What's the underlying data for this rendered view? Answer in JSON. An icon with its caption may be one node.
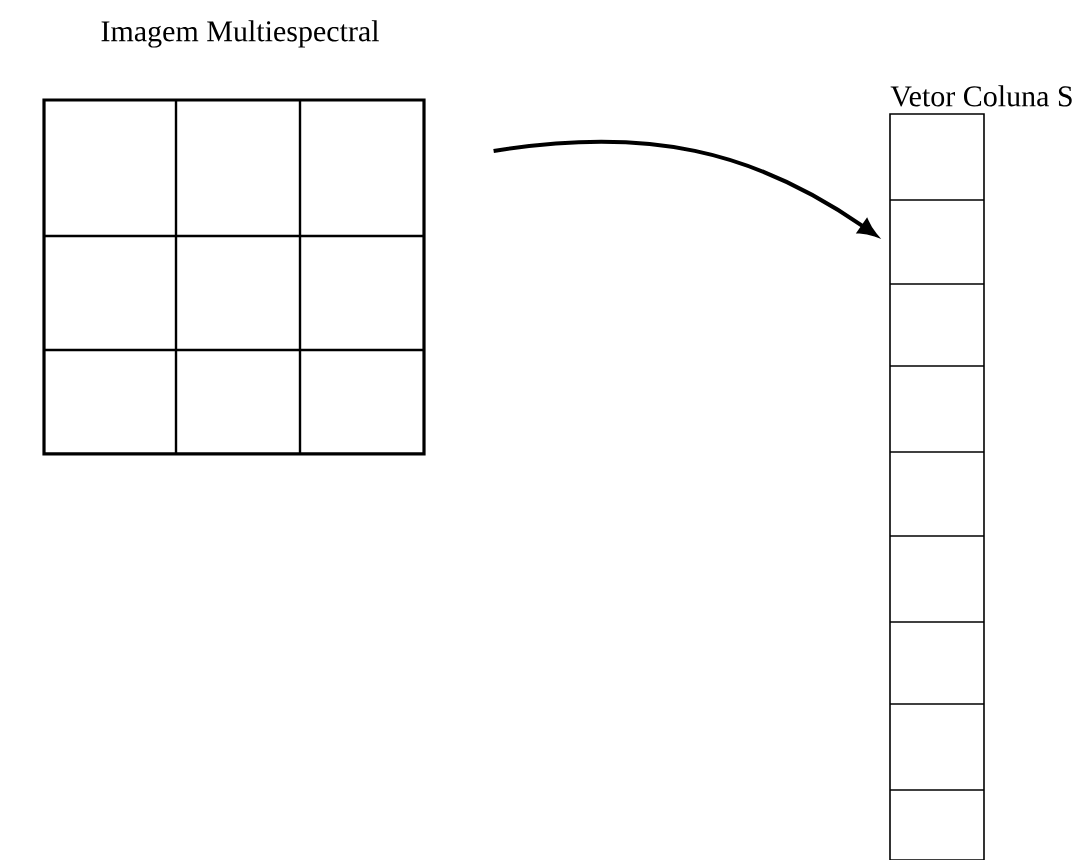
{
  "diagram": {
    "nodes": [
      {
        "text": [
          "Imagem Multiespectral"
        ]
      },
      {
        "text": [
          "Vetor Coluna S"
        ]
      }
    ],
    "edges": [
      {
        "from": 0,
        "to": 1,
        "arrow": "to"
      }
    ]
  }
}
